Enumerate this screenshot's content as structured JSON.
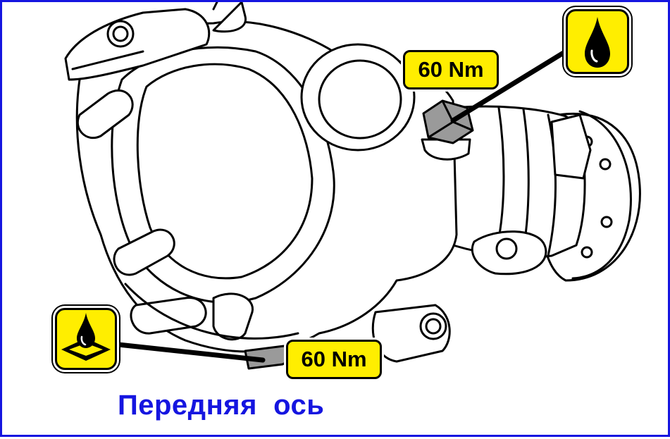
{
  "labels": {
    "torque_upper": "60 Nm",
    "torque_lower": "60 Nm",
    "caption": "Передняя  ось"
  },
  "icons": {
    "upper": "oil-drop-icon",
    "lower": "sealant-icon"
  },
  "colors": {
    "frame": "#1515e0",
    "caption": "#1515e0",
    "label_fill": "#ffee00",
    "plug_fill": "#9a9a9a"
  }
}
